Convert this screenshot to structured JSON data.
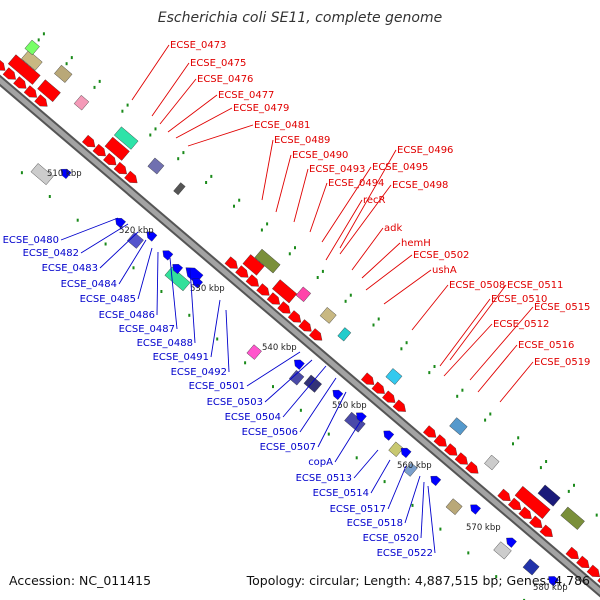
{
  "title": "Escherichia coli SE11, complete genome",
  "accession": "Accession: NC_011415",
  "summary": "Topology: circular; Length: 4,887,515 bp; Genes: 4,786",
  "colors": {
    "red_label": "#e00000",
    "blue_label": "#0000cc",
    "backbone": "#9a9a9a",
    "forward_gene": "#ff0000",
    "reverse_gene": "#0000ff"
  },
  "scale_ticks": [
    "510 kbp",
    "520 kbp",
    "530 kbp",
    "540 kbp",
    "550 kbp",
    "560 kbp",
    "570 kbp",
    "580 kbp"
  ],
  "upper_labels": [
    "ECSE_0473",
    "ECSE_0475",
    "ECSE_0476",
    "ECSE_0477",
    "ECSE_0479",
    "ECSE_0481",
    "ECSE_0489",
    "ECSE_0490",
    "ECSE_0493",
    "ECSE_0494",
    "ECSE_0495",
    "ECSE_0496",
    "ECSE_0498",
    "recR",
    "adk",
    "hemH",
    "ECSE_0502",
    "ushA",
    "ECSE_0508",
    "ECSE_0511",
    "ECSE_0510",
    "ECSE_0515",
    "ECSE_0512",
    "ECSE_0516",
    "ECSE_0519"
  ],
  "lower_labels": [
    "ECSE_0480",
    "ECSE_0482",
    "ECSE_0483",
    "ECSE_0484",
    "ECSE_0485",
    "ECSE_0486",
    "ECSE_0487",
    "ECSE_0488",
    "ECSE_0491",
    "ECSE_0492",
    "ECSE_0501",
    "ECSE_0503",
    "ECSE_0504",
    "ECSE_0506",
    "ECSE_0507",
    "copA",
    "ECSE_0513",
    "ECSE_0514",
    "ECSE_0517",
    "ECSE_0518",
    "ECSE_0520",
    "ECSE_0522"
  ]
}
